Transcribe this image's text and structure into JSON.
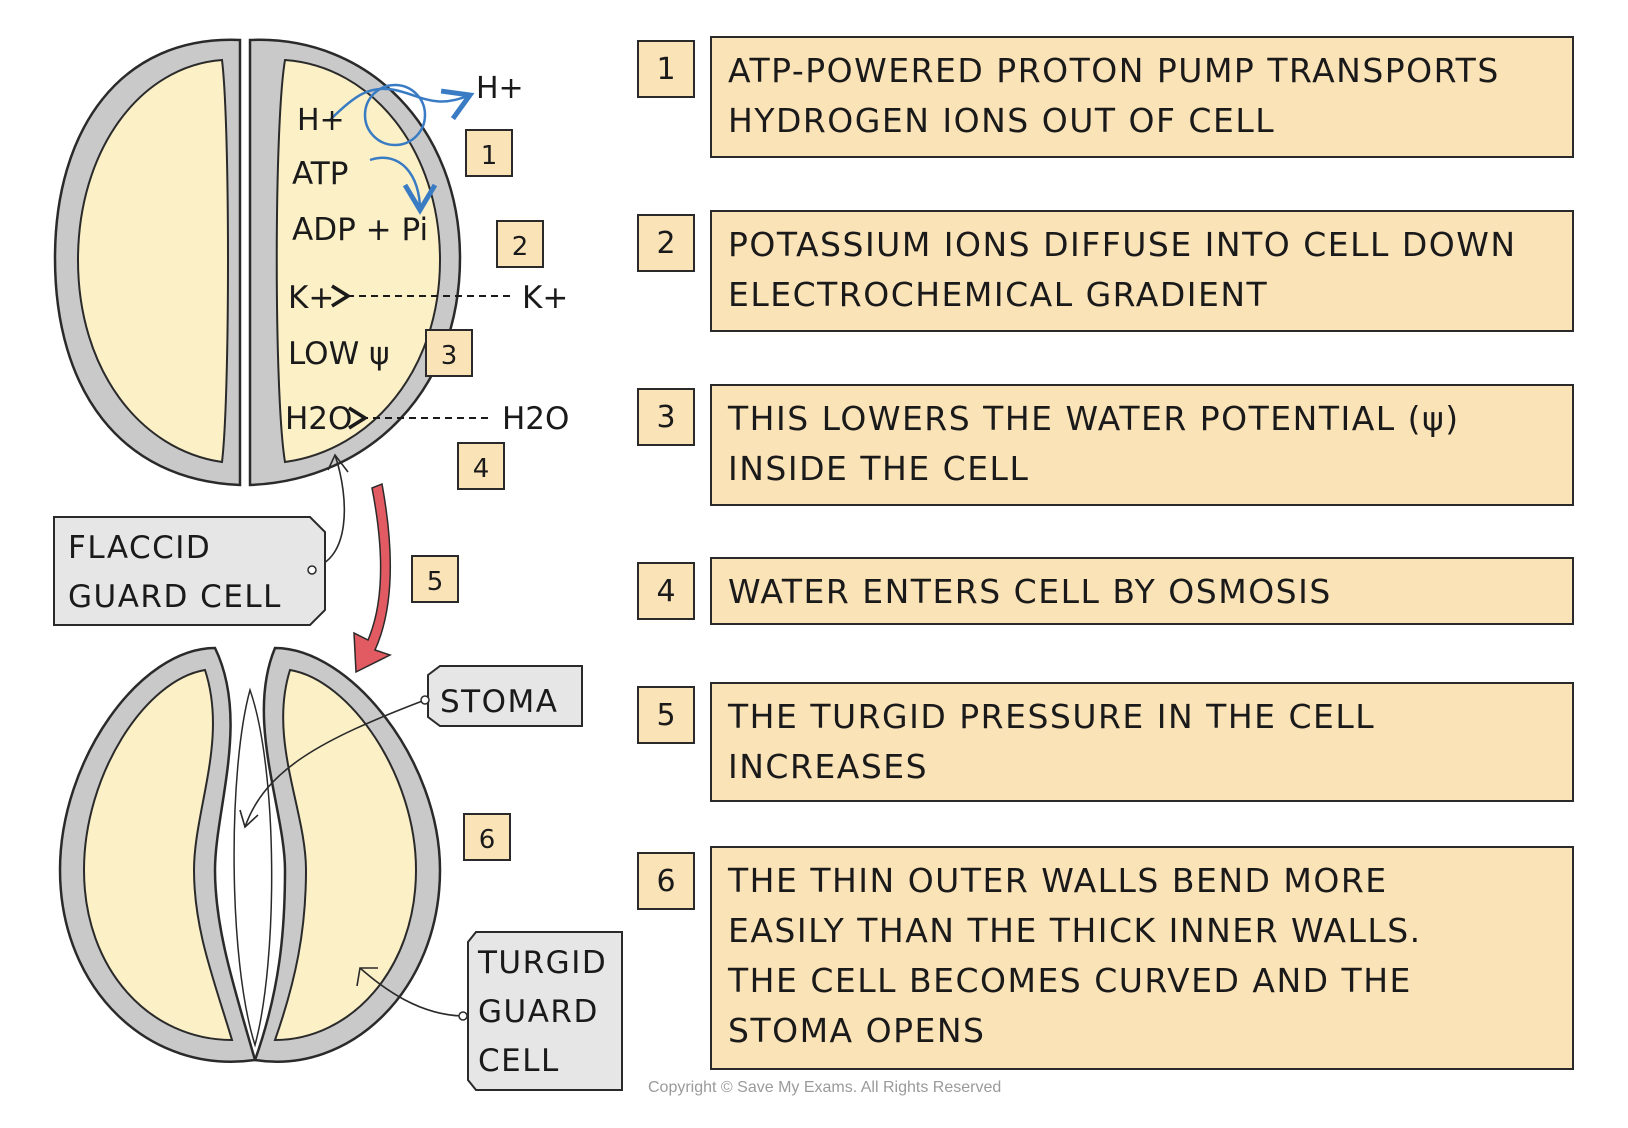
{
  "diagram": {
    "h_plus_in": "H+",
    "h_plus_out": "H+",
    "atp": "ATP",
    "adp_pi": "ADP + Pi",
    "k_plus_in": "K+",
    "k_plus_out": "K+",
    "low_psi": "LOW ψ",
    "h2o_in": "H2O",
    "h2o_out": "H2O",
    "flaccid_label_line1": "FLACCID",
    "flaccid_label_line2": "GUARD CELL",
    "stoma_label": "STOMA",
    "turgid_label_line1": "TURGID",
    "turgid_label_line2": "GUARD",
    "turgid_label_line3": "CELL",
    "markers": [
      "1",
      "2",
      "3",
      "4",
      "5",
      "6"
    ]
  },
  "steps": [
    {
      "number": "1",
      "text": "ATP-POWERED PROTON PUMP TRANSPORTS\nHYDROGEN IONS OUT OF CELL"
    },
    {
      "number": "2",
      "text": "POTASSIUM IONS DIFFUSE INTO CELL DOWN\nELECTROCHEMICAL GRADIENT"
    },
    {
      "number": "3",
      "text": "THIS LOWERS THE WATER POTENTIAL (ψ)\nINSIDE THE CELL"
    },
    {
      "number": "4",
      "text": "WATER ENTERS CELL BY OSMOSIS"
    },
    {
      "number": "5",
      "text": "THE TURGID PRESSURE IN THE CELL\nINCREASES"
    },
    {
      "number": "6",
      "text": "THE THIN OUTER WALLS BEND MORE\nEASILY THAN THE THICK INNER WALLS.\nTHE CELL BECOMES CURVED AND THE\nSTOMA OPENS"
    }
  ],
  "copyright": "Copyright © Save My Exams. All Rights Reserved",
  "colors": {
    "cell_fill": "#fcf0c6",
    "wall_fill": "#c9c9c9",
    "box_fill": "#fbe3b8",
    "arrow_blue": "#3a7cc4",
    "arrow_red": "#e25a62"
  }
}
